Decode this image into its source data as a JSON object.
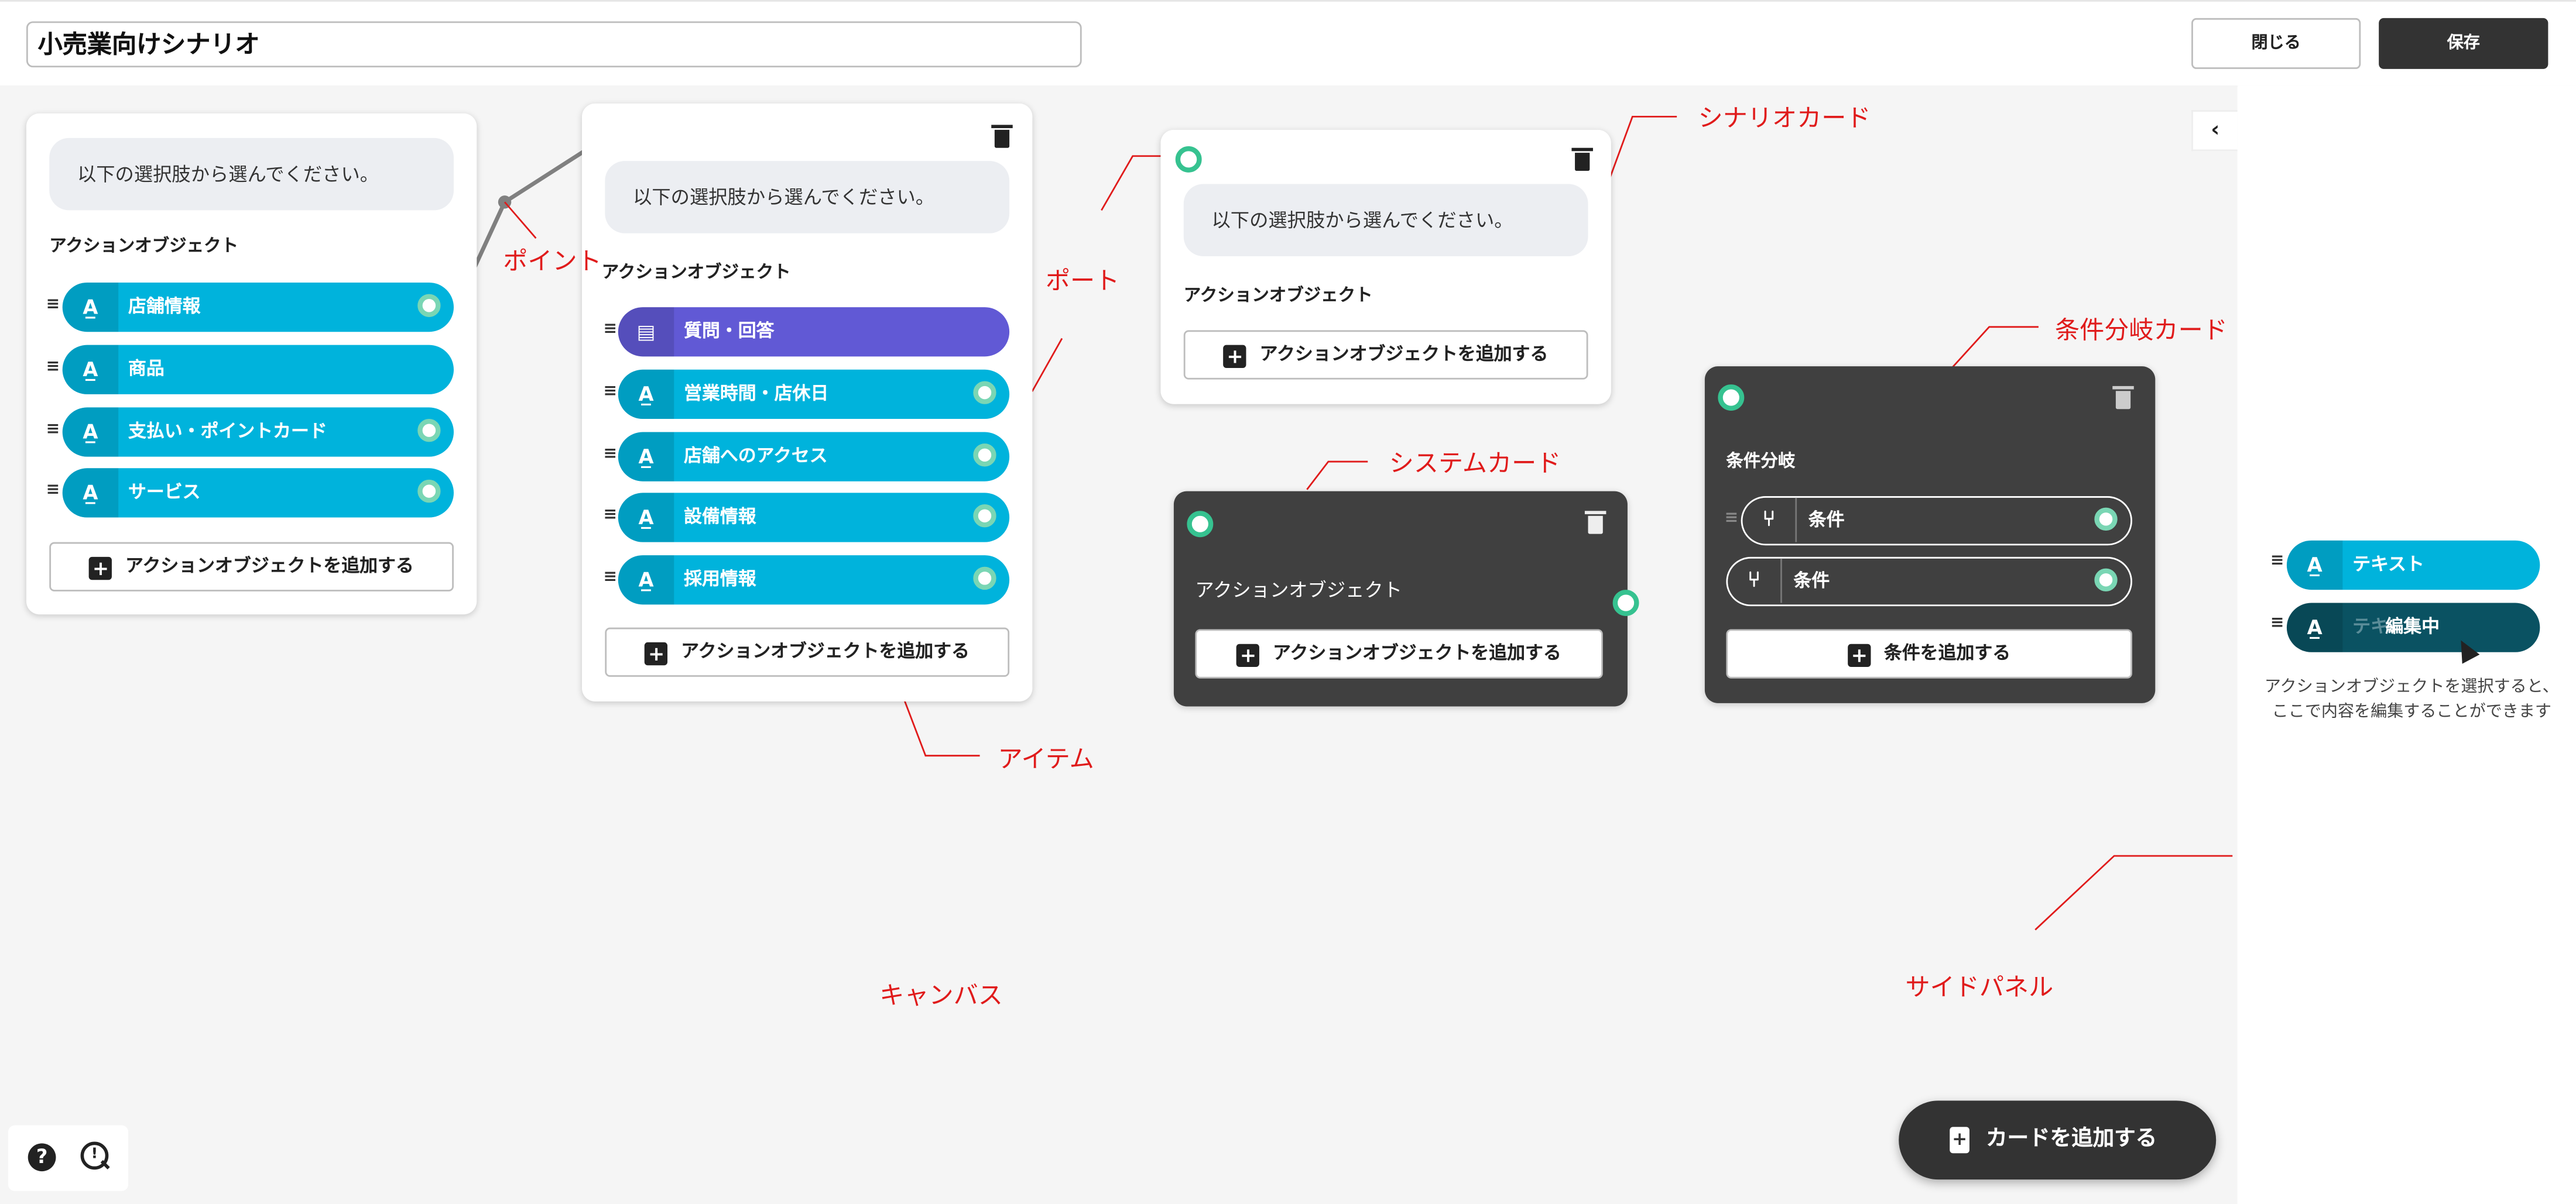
{
  "header": {
    "title": "小売業向けシナリオ",
    "close_label": "閉じる",
    "save_label": "保存"
  },
  "cards": {
    "card1": {
      "message": "以下の選択肢から選んでください。",
      "section_label": "アクションオブジェクト",
      "items": [
        {
          "label": "店舗情報",
          "icon": "text-icon"
        },
        {
          "label": "商品",
          "icon": "text-icon"
        },
        {
          "label": "支払い・ポイントカード",
          "icon": "text-icon"
        },
        {
          "label": "サービス",
          "icon": "text-icon"
        }
      ],
      "add_label": "アクションオブジェクトを追加する"
    },
    "card2": {
      "message": "以下の選択肢から選んでください。",
      "section_label": "アクションオブジェクト",
      "items": [
        {
          "label": "質問・回答",
          "icon": "qa-icon",
          "color": "#6159d5"
        },
        {
          "label": "営業時間・店休日",
          "icon": "text-icon"
        },
        {
          "label": "店舗へのアクセス",
          "icon": "text-icon"
        },
        {
          "label": "設備情報",
          "icon": "text-icon"
        },
        {
          "label": "採用情報",
          "icon": "text-icon"
        }
      ],
      "add_label": "アクションオブジェクトを追加する"
    },
    "card3": {
      "message": "以下の選択肢から選んでください。",
      "section_label": "アクションオブジェクト",
      "add_label": "アクションオブジェクトを追加する"
    },
    "system_card": {
      "section_label": "アクションオブジェクト",
      "add_label": "アクションオブジェクトを追加する"
    },
    "branch_card": {
      "section_label": "条件分岐",
      "conditions": [
        {
          "label": "条件",
          "icon": "branch-icon"
        },
        {
          "label": "条件",
          "icon": "branch-icon"
        }
      ],
      "add_label": "条件を追加する"
    }
  },
  "side_panel": {
    "items": [
      {
        "label": "テキスト",
        "icon": "text-icon"
      },
      {
        "label": "テキ",
        "overlay": "編集中",
        "icon": "text-icon"
      }
    ],
    "description": "アクションオブジェクトを選択すると、ここで内容を編集することができます"
  },
  "annotations": {
    "point": "ポイント",
    "port": "ポート",
    "scenario_card": "シナリオカード",
    "system_card": "システムカード",
    "branch_card": "条件分岐カード",
    "item": "アイテム",
    "canvas": "キャンバス",
    "side_panel": "サイドパネル"
  },
  "fab": {
    "label": "カードを追加する"
  },
  "colors": {
    "item_blue": "#00b3dc",
    "item_purple": "#6159d5",
    "dark_card": "#404040",
    "port_green": "#36c290",
    "annotation_red": "#e01b1b",
    "save_button": "#333333"
  }
}
